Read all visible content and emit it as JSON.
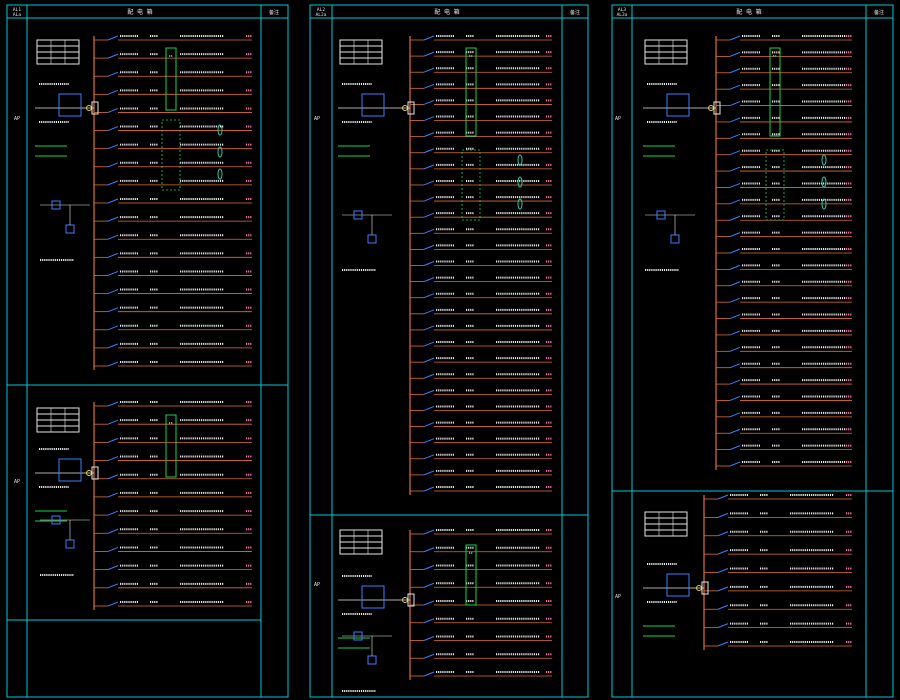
{
  "colors": {
    "background": "#000000",
    "frame": "#00c8d8",
    "bus": "#e07030",
    "text": "#e6e6e6",
    "breaker": "#3a7cff",
    "meter_box": "#19d24b",
    "green_line": "#19d24b",
    "current_transformer": "#2ec7a8",
    "label_pink": "#ff6fb0",
    "yellow": "#e8d040"
  },
  "panels": [
    {
      "title": "配 电 箱",
      "corner": "备注",
      "id_top": "AL1",
      "id_bottom": "ALa",
      "incoming_label": "AP",
      "circuits_upper": 19,
      "circuits_lower": 12
    },
    {
      "title": "配 电 箱",
      "corner": "备注",
      "id_top": "AL2",
      "id_bottom": "AL2a",
      "incoming_label": "AP",
      "circuits_upper": 29,
      "circuits_lower": 9
    },
    {
      "title": "配 电 箱",
      "corner": "备注",
      "id_top": "AL3",
      "id_bottom": "AL3a",
      "incoming_label": "AP",
      "circuits_upper": 27,
      "circuits_lower": 9
    }
  ]
}
